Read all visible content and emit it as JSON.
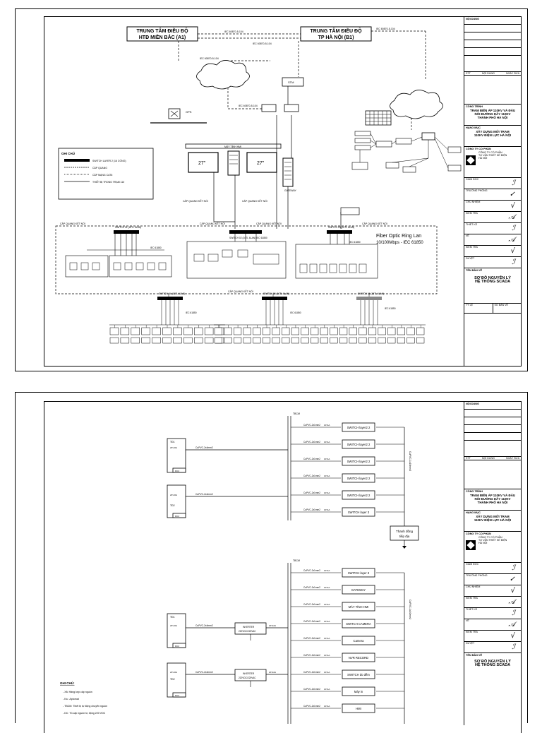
{
  "sheet1": {
    "centers": {
      "a1": [
        "TRUNG TÂM ĐIỀU ĐỘ",
        "HTĐ MIỀN BẮC (A1)"
      ],
      "b1": [
        "TRUNG TÂM ĐIỀU ĐỘ",
        "TP HÀ NỘI (B1)"
      ]
    },
    "links": [
      "IEC 60870-5-104",
      "IEC 60870-5-104",
      "IEC 60870-5-104",
      "IEC 60870-5-104",
      "IEC 60870-5-104"
    ],
    "gps_label": "GPS",
    "legend_title": "GHI CHÚ",
    "legend_items": [
      "SWITCH LAYER 2 (16 CỔNG)",
      "CÁP QUANG",
      "CÁP MẠNG CAT6",
      "THIẾT BỊ TRONG TRẠM 110"
    ],
    "monitor_label": "27\"",
    "desk_label": "MÁY TÍNH HMI",
    "fiber_note": [
      "Fiber Optic Ring Lan",
      "10/100Mbps - IEC 61850"
    ],
    "cable_labels": [
      "CÁP QUANG KẾT NỐI",
      "CÁP QUANG KẾT NỐI",
      "CÁP QUANG KẾT NỐI",
      "CÁP QUANG KẾT NỐI",
      "CÁP QUANG KẾT NỐI",
      "CÁP QUANG KẾT NỐI",
      "CÁP QUANG KẾT NỐI"
    ],
    "switch_labels": [
      "SWITCH 01 (16TL 6LAN)",
      "SWITCH 02 (16TL 6LAN) IEC 61850",
      "SWITCH 03 (16TL 6LAN)",
      "SWITCH 04 (16TL 6LAN)",
      "SWITCH 05 (16TL 6LAN)",
      "SWITCH 06 (16TL 6LAN)"
    ],
    "iec": "IEC 61850",
    "gateway_label": "GATEWAY",
    "title": [
      "SƠ ĐỒ NGUYÊN LÝ",
      "HỆ THỐNG SCADA"
    ]
  },
  "sheet2": {
    "dc_labels": [
      "TĐ1",
      "TĐ2",
      "TĐ1",
      "TĐ2"
    ],
    "breaker": "2P-20A",
    "dc_box": "DC2",
    "feed_cable": "CuPVC-2x4mm2",
    "tbcm": "TBCM",
    "branch_cable": "CuPVC-2x1mm2",
    "branch_cb": "1P-6A",
    "top_devices": [
      "SWITCH layer2 2",
      "SWITCH layer2 2",
      "SWITCH layer2 2",
      "SWITCH layer2 2",
      "SWITCH layer2 2",
      "SWITCH layer 3"
    ],
    "earth_box": [
      "Thanh đồng",
      "tiếp địa"
    ],
    "bottom_devices": [
      "SWITCH layer 3",
      "GATEWAY",
      "MÁY TÍNH HMI",
      "SWITCH CAMERA",
      "Camera",
      "NVR RECORD",
      "SWITCH đo đếm",
      "Máy in",
      "HMI"
    ],
    "inverter": [
      "INVERTER",
      "220VDC/220VAC"
    ],
    "inverter_cb": "2P-32A",
    "riser_cable": "CuPVC-1x10mm2",
    "notes_title": "GHI CHÚ:",
    "notes": [
      "- Xã: Hàng kẹp cấp nguồn",
      "- Ka : Aptomat",
      "- TBCM: Thiết bị tự động chuyển nguồn",
      "- DC: Tủ cấp nguồn tự động 220 VDC"
    ]
  },
  "title_block": {
    "revision_head": "NỘI DUNG",
    "table_head": [
      "STT",
      "NỘI DUNG",
      "NGÀY SỬA"
    ],
    "project_lbl": "CÔNG TRÌNH",
    "project": [
      "TRẠM BIẾN ÁP 110KV VÀ ĐẤU",
      "NỐI ĐƯỜNG DÂY 110KV",
      "THÀNH PHỐ HÀ NỘI"
    ],
    "item_lbl": "HẠNG MỤC",
    "item": [
      "XÂY DỰNG MỚI TRẠM",
      "110KV ĐIỆN LỰC HÀ NỘI"
    ],
    "company_lbl": "CÔNG TY CỔ PHẦN",
    "company": [
      "CÔNG TY CỔ PHẦN",
      "TƯ VẤN THIẾT KẾ ĐIỆN",
      "HÀ NỘI"
    ],
    "roles": [
      "GIÁM ĐỐC",
      "TRƯỞNG PHÒNG",
      "CHỦ NHIỆM",
      "KIỂM TRA",
      "THIẾT KẾ",
      "VẼ",
      "KIỂM TRA",
      "DUYỆT"
    ],
    "drawing_lbl": "TÊN BẢN VẼ",
    "drawing": [
      "SƠ ĐỒ NGUYÊN LÝ",
      "HỆ THỐNG SCADA"
    ],
    "scale_lbl": "TỶ LỆ",
    "sheet_lbl": "SỐ BẢN VẼ"
  }
}
